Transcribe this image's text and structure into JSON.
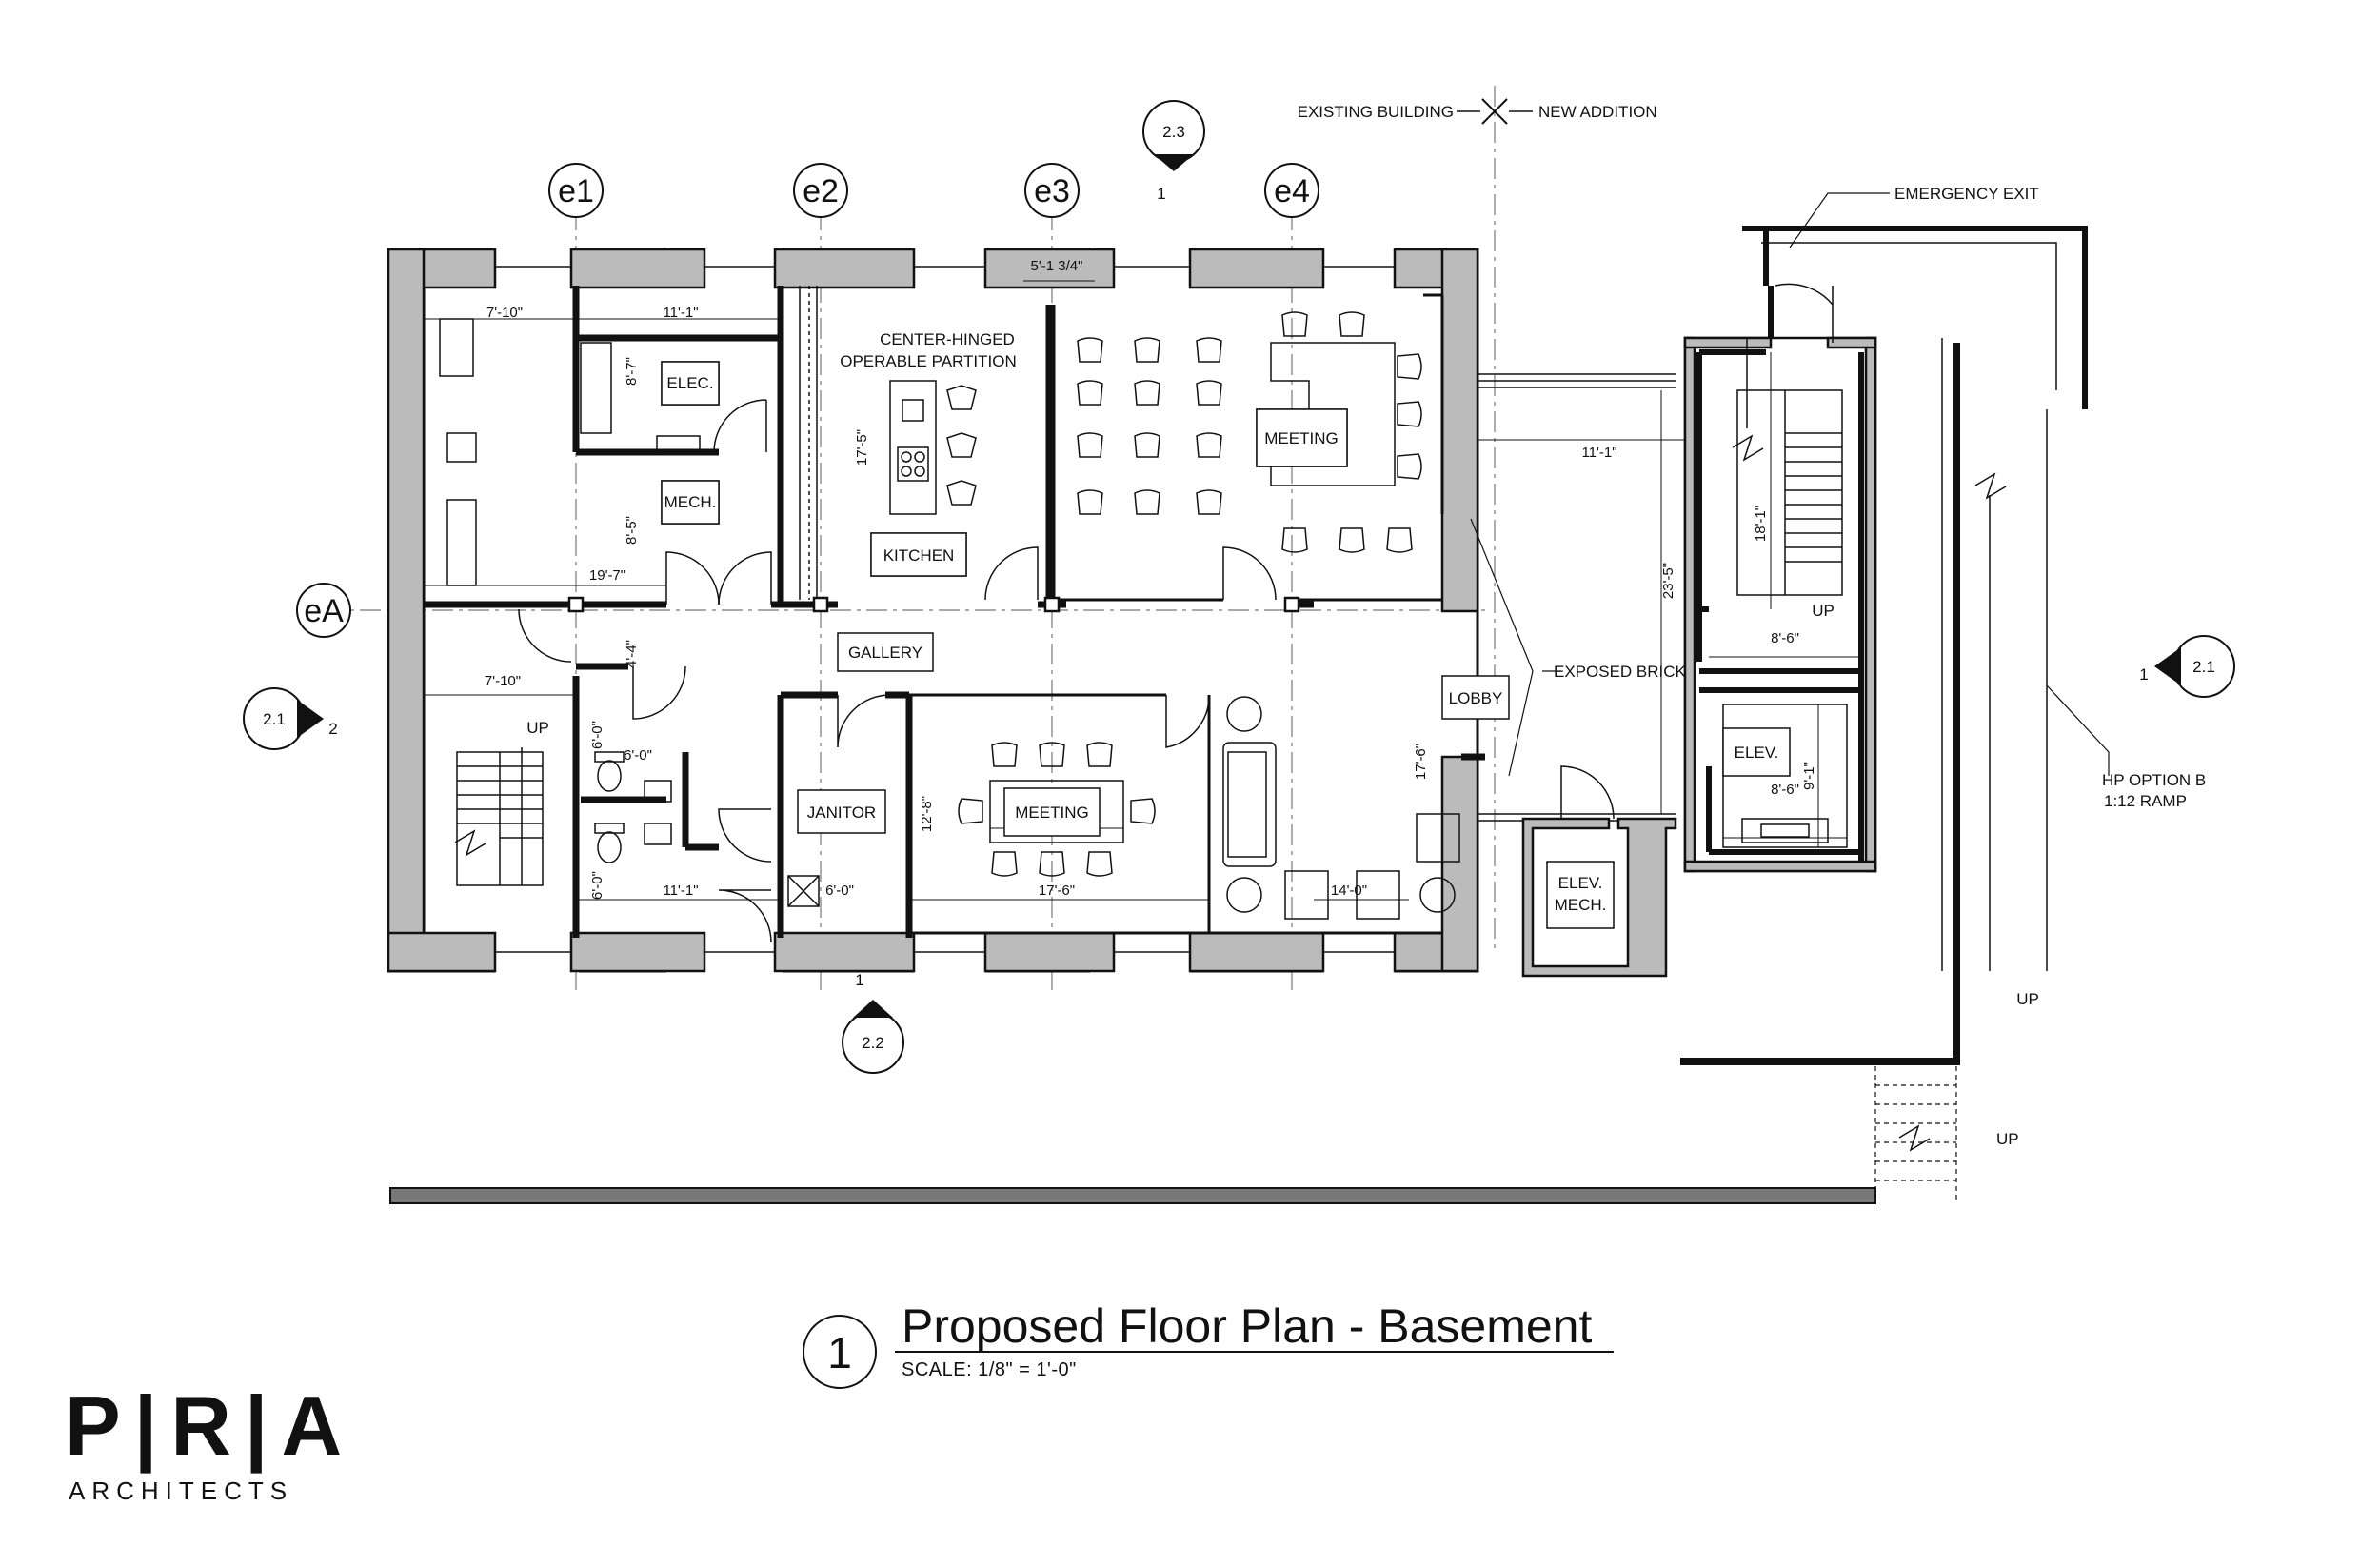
{
  "drawing": {
    "title": "Proposed Floor Plan - Basement",
    "number": "1",
    "scale": "SCALE:  1/8\" = 1'-0\""
  },
  "logo": {
    "mark": "P|R|A",
    "text": "ARCHITECTS"
  },
  "grid": {
    "e1": "e1",
    "e2": "e2",
    "e3": "e3",
    "e4": "e4",
    "eA": "eA"
  },
  "section_marks": {
    "top": {
      "sheet": "2.3",
      "view": "1"
    },
    "left": {
      "sheet": "2.1",
      "view": "2"
    },
    "bottom": {
      "sheet": "2.2",
      "view": "1"
    },
    "right": {
      "sheet": "2.1",
      "view": "1"
    }
  },
  "notes": {
    "existing_building": "EXISTING BUILDING",
    "new_addition": "NEW ADDITION",
    "emergency_exit": "EMERGENCY EXIT",
    "center_hinged_1": "CENTER-HINGED",
    "center_hinged_2": "OPERABLE PARTITION",
    "exposed_brick": "EXPOSED BRICK",
    "hp_option_1": "HP OPTION B",
    "hp_option_2": "1:12 RAMP"
  },
  "rooms": {
    "elec": "ELEC.",
    "mech": "MECH.",
    "kitchen": "KITCHEN",
    "meeting_top": "MEETING",
    "gallery": "GALLERY",
    "lobby": "LOBBY",
    "janitor": "JANITOR",
    "meeting_bottom": "MEETING",
    "elev": "ELEV.",
    "elev_mech_1": "ELEV.",
    "elev_mech_2": "MECH."
  },
  "stairs": {
    "up_left": "UP",
    "up_stair": "UP",
    "up_ramp": "UP",
    "up_steps": "UP"
  },
  "dimensions": {
    "d_7_10_top": "7'-10\"",
    "d_11_1_top": "11'-1\"",
    "d_8_7": "8'-7\"",
    "d_8_5": "8'-5\"",
    "d_19_7": "19'-7\"",
    "d_5_1_3_4": "5'-1 3/4\"",
    "d_17_5": "17'-5\"",
    "d_11_1_link": "11'-1\"",
    "d_4_4": "4'-4\"",
    "d_7_10_bottom": "7'-10\"",
    "d_6_0_a": "6'-0\"",
    "d_6_0_b": "6'-0\"",
    "d_6_0_c": "6'-0\"",
    "d_11_1_bottom": "11'-1\"",
    "d_6_0_janitor": "6'-0\"",
    "d_12_8": "12'-8\"",
    "d_17_6_meeting": "17'-6\"",
    "d_14_0": "14'-0\"",
    "d_17_6_lobby": "17'-6\"",
    "d_23_5": "23'-5\"",
    "d_18_1": "18'-1\"",
    "d_8_6_a": "8'-6\"",
    "d_8_6_b": "8'-6\"",
    "d_9_1": "9'-1\""
  }
}
